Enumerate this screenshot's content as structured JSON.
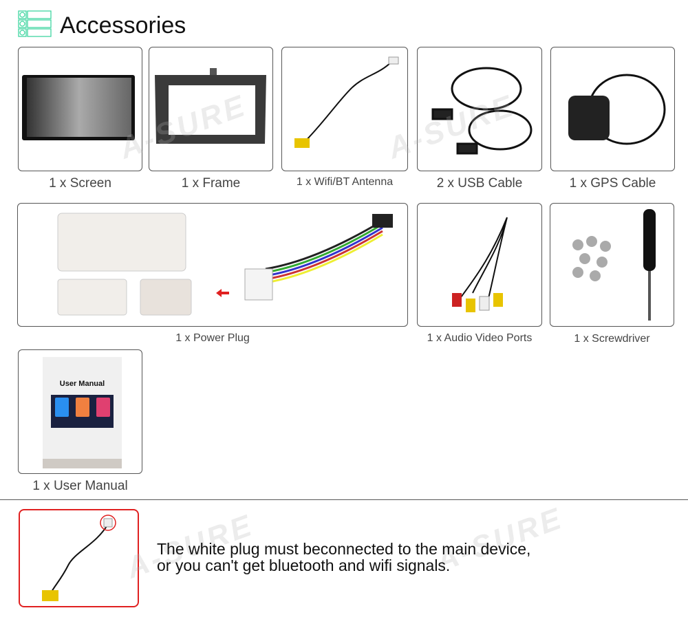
{
  "header": {
    "title": "Accessories",
    "icon": "list-icon",
    "accent_color": "#3fd6a0"
  },
  "watermark": "A-SURE",
  "items": [
    {
      "label": "1 x Screen"
    },
    {
      "label": "1 x Frame"
    },
    {
      "label": "1 x Wifi/BT  Antenna"
    },
    {
      "label": "2 x USB Cable"
    },
    {
      "label": "1 x GPS Cable"
    },
    {
      "label": "1 x Power Plug"
    },
    {
      "label": "1 x Audio Video Ports"
    },
    {
      "label": "1 x Screwdriver"
    },
    {
      "label": "1 x User Manual"
    }
  ],
  "manual": {
    "cover_title": "User Manual"
  },
  "note": {
    "line1": "The white plug must beconnected to the main device,",
    "line2": "or you can't get bluetooth and wifi signals.",
    "highlight_color": "#e02020"
  }
}
